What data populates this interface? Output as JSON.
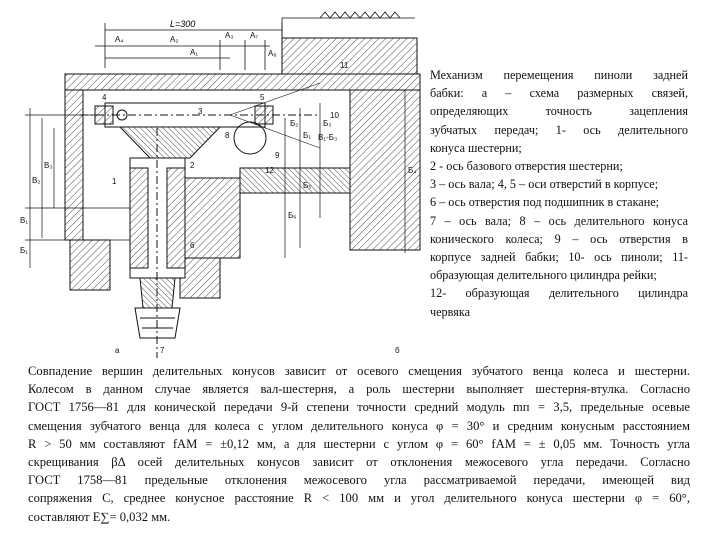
{
  "figure": {
    "dimension_label": "L=300",
    "labels": [
      "A₄",
      "A₂",
      "A₁",
      "A₃",
      "A₇",
      "A₈",
      "Б₂",
      "Б₄",
      "Б₁",
      "Б₃",
      "Б₆",
      "Б₅",
      "В₁",
      "В₂",
      "В₃",
      "Б₁",
      "1",
      "2",
      "3",
      "4",
      "5",
      "6",
      "7",
      "8",
      "9",
      "10",
      "11",
      "12",
      "а",
      "б",
      "В₁-Б₃"
    ]
  },
  "caption_lines": [
    "Механизм  перемещения  пиноли  задней",
    "бабки:  а  –  схема  размерных  связей,",
    "определяющих       точность       зацепления",
    "зубчатых  передач;  1-  ось  делительного",
    "конуса шестерни;",
    "2 - ось базового отверстия шестерни;",
    "3 – ось вала; 4, 5 – оси отверстий в корпусе;",
    "6 – ось отверстия под подшипник в стакане;",
    "7 – ось вала; 8 – ось делительного конуса",
    "конического колеса; 9 – ось отверстия в",
    "корпусе задней бабки; 10- ось пиноли; 11-",
    "образующая делительного цилиндра рейки;",
    "12-  образующая  делительного  цилиндра",
    "червяка"
  ],
  "body_lines": [
    "Совпадение вершин делительных конусов зависит от осевого смещения зубчатого венца колеса и шестерни.",
    "Колесом в данном случае является вал-шестерня, а роль шестерни выполняет шестерня-втулка. Согласно",
    "ГОСТ 1756—81 для конической передачи 9-й степени точности средний модуль mп = 3,5, предельные осевые",
    "смещения зубчатого венца для колеса с углом делительного конуса φ = 30° и средним конусным расстоянием",
    "R > 50 мм составляют    fAM = ±0,12 мм, а для шестерни с углом φ = 60° fAM = ± 0,05 мм. Точность угла",
    "скрещивания           βΔ осей делительных конусов зависит от отклонения межосевого угла передачи. Согласно",
    "ГОСТ 1758—81 предельные отклонения межосевого угла рассматриваемой передачи, имеющей вид",
    "сопряжения С, среднее конусное расстояние R < 100 мм и угол делительного конуса шестерни φ = 60°,",
    "составляют E∑= 0,032 мм."
  ]
}
